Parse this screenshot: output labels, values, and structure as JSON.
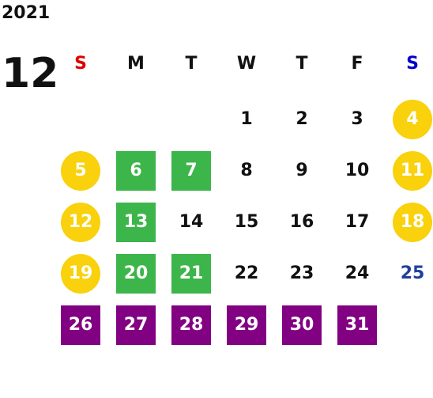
{
  "calendar": {
    "year": "2021",
    "month": "12",
    "weekdays": [
      "S",
      "M",
      "T",
      "W",
      "T",
      "F",
      "S"
    ],
    "weekday_colors": [
      "#dd0000",
      "#111111",
      "#111111",
      "#111111",
      "#111111",
      "#111111",
      "#0000cc"
    ],
    "first_weekday_index": 3,
    "colors": {
      "weekend": "#f9d10c",
      "green": "#3cb54a",
      "purple": "#820082",
      "highlight_text": "#ffffff",
      "default_text": "#111111",
      "holiday_text": "#1f3f99"
    },
    "days": [
      {
        "label": "1"
      },
      {
        "label": "2"
      },
      {
        "label": "3"
      },
      {
        "label": "4",
        "style": "weekend"
      },
      {
        "label": "5",
        "style": "weekend"
      },
      {
        "label": "6",
        "style": "green"
      },
      {
        "label": "7",
        "style": "green"
      },
      {
        "label": "8"
      },
      {
        "label": "9"
      },
      {
        "label": "10"
      },
      {
        "label": "11",
        "style": "weekend"
      },
      {
        "label": "12",
        "style": "weekend"
      },
      {
        "label": "13",
        "style": "green"
      },
      {
        "label": "14"
      },
      {
        "label": "15"
      },
      {
        "label": "16"
      },
      {
        "label": "17"
      },
      {
        "label": "18",
        "style": "weekend"
      },
      {
        "label": "19",
        "style": "weekend"
      },
      {
        "label": "20",
        "style": "green"
      },
      {
        "label": "21",
        "style": "green"
      },
      {
        "label": "22"
      },
      {
        "label": "23"
      },
      {
        "label": "24"
      },
      {
        "label": "25",
        "style": "holiday"
      },
      {
        "label": "26",
        "style": "purple"
      },
      {
        "label": "27",
        "style": "purple"
      },
      {
        "label": "28",
        "style": "purple"
      },
      {
        "label": "29",
        "style": "purple"
      },
      {
        "label": "30",
        "style": "purple"
      },
      {
        "label": "31",
        "style": "purple"
      }
    ]
  }
}
